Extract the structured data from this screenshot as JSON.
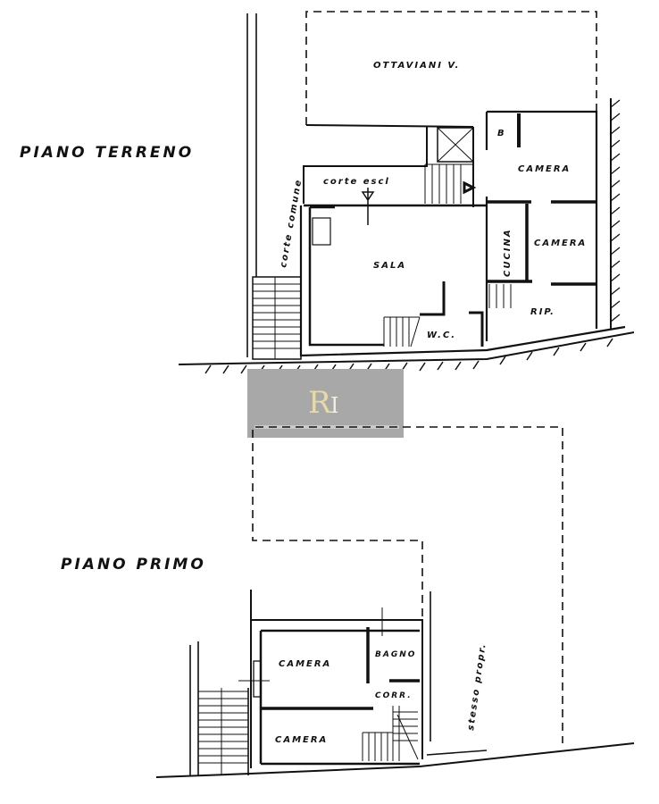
{
  "ground_floor": {
    "title": "PIANO TERRENO",
    "neighbor": "OTTAVIANI V.",
    "rooms": {
      "b": "B",
      "camera_1": "CAMERA",
      "corte_esclusiva": "corte escl",
      "corte_comune": "corte comune",
      "sala": "SALA",
      "cucina": "CUCINA",
      "camera_2": "CAMERA",
      "rip": "RIP.",
      "wc": "W.C."
    }
  },
  "first_floor": {
    "title": "PIANO PRIMO",
    "rooms": {
      "camera_1": "CAMERA",
      "bagno": "BAGNO",
      "corr": "CORR.",
      "camera_2": "CAMERA",
      "stesso_propr": "stesso propr."
    }
  },
  "watermark": {
    "logo": "RI",
    "color_bg": "#a8a8a8",
    "color_logo": "#e8d9a8"
  }
}
